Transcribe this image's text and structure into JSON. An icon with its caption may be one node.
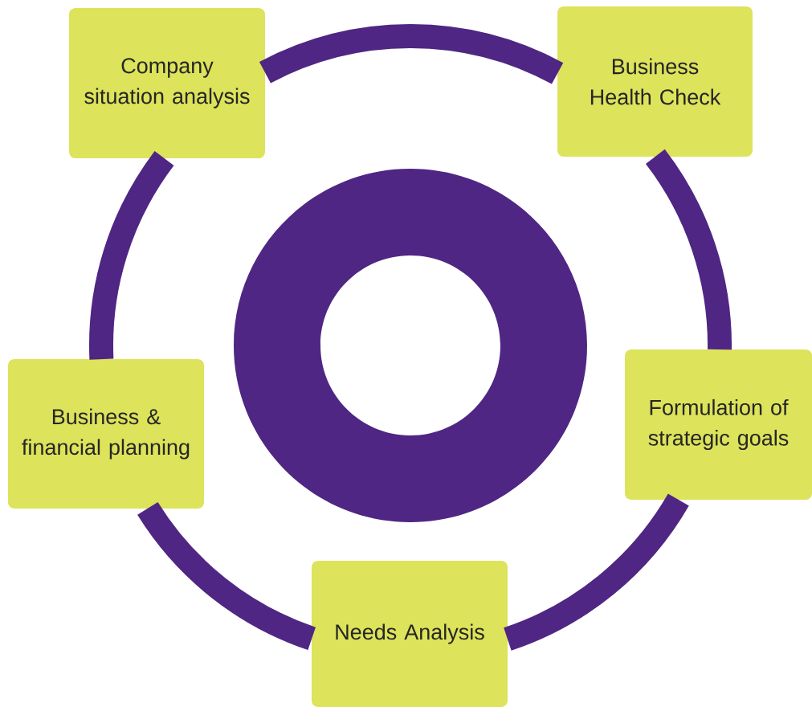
{
  "diagram": {
    "nodes": [
      {
        "text": [
          "Company situation analysis"
        ]
      },
      {
        "text": [
          "Business Health Check"
        ]
      },
      {
        "text": [
          "Formulation of strategic goals"
        ]
      },
      {
        "text": [
          "Business & financial planning"
        ]
      },
      {
        "text": [
          "Needs Analysis"
        ]
      }
    ],
    "edges": [
      {
        "from": 0,
        "to": 1,
        "arrow": "none"
      },
      {
        "from": 1,
        "to": 2,
        "arrow": "none"
      },
      {
        "from": 2,
        "to": 4,
        "arrow": "none"
      },
      {
        "from": 4,
        "to": 3,
        "arrow": "none"
      },
      {
        "from": 3,
        "to": 0,
        "arrow": "none"
      }
    ]
  }
}
